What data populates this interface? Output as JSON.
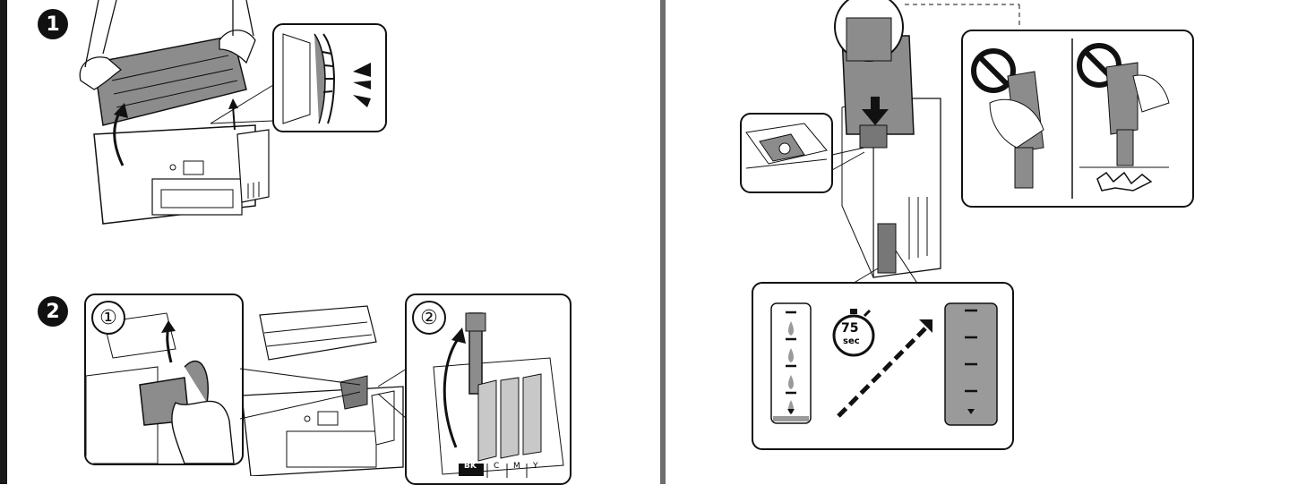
{
  "steps": [
    {
      "badge": "1"
    },
    {
      "badge": "2",
      "sub_steps": [
        "①",
        "②"
      ]
    }
  ],
  "ink_labels": [
    "BK",
    "C",
    "M",
    "Y"
  ],
  "timer": {
    "value": "75",
    "unit": "sec"
  },
  "colors": {
    "ink": "#111111",
    "gray": "#6e6e6e",
    "fill_gray": "#9a9a9a",
    "light_gray": "#c8c8c8"
  },
  "icons": [
    "prohibited-icon",
    "stopwatch-icon",
    "arrow-down-icon",
    "arrow-up-icon",
    "splash-icon"
  ]
}
